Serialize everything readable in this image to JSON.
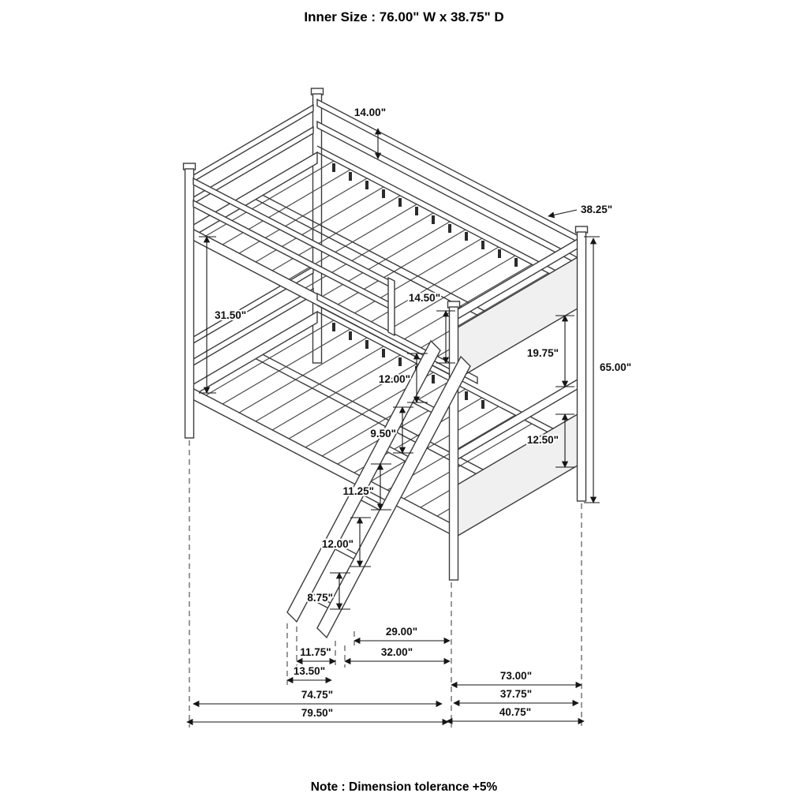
{
  "header": {
    "title": "Inner Size : 76.00\" W x  38.75\" D"
  },
  "footer": {
    "note": "Note : Dimension tolerance +5%"
  },
  "dimensions": {
    "guardrail_height": "14.00\"",
    "top_bunk_depth": "38.25\"",
    "left_bunk_gap": "31.50\"",
    "post_above_deck": "14.50\"",
    "footboard_bunk_gap": "19.75\"",
    "overall_height": "65.00\"",
    "ladder_step_1": "12.00\"",
    "ladder_step_2": "9.50\"",
    "ladder_step_3": "11.25\"",
    "ladder_step_4": "12.00\"",
    "ladder_step_5": "8.75\"",
    "lower_footboard_height": "12.50\"",
    "ladder_offset": "29.00\"",
    "ladder_base_inner": "11.75\"",
    "ladder_span": "32.00\"",
    "ladder_base_outer": "13.50\"",
    "lower_length": "73.00\"",
    "right_depth_inner": "37.75\"",
    "right_depth_outer": "40.75\"",
    "upper_length": "74.75\"",
    "overall_length": "79.50\""
  }
}
